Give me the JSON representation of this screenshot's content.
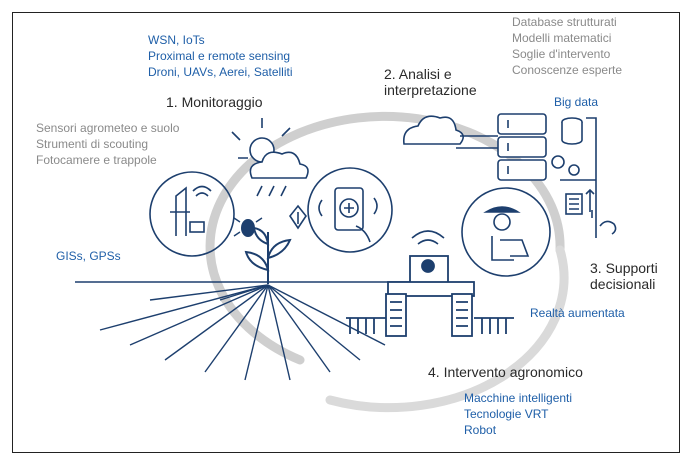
{
  "colors": {
    "accent_blue": "#1f5fa8",
    "icon_navy": "#1d3f6e",
    "cycle_gray": "#c9c9c9",
    "muted_text": "#8a8a8a"
  },
  "top_tech": [
    "WSN, IoTs",
    "Proximal e remote sensing",
    "Droni, UAVs, Aerei, Satelliti"
  ],
  "step1": {
    "label": "1. Monitoraggio"
  },
  "sensors": [
    "Sensori agrometeo e suolo",
    "Strumenti di scouting",
    "Fotocamere e trappole"
  ],
  "gis": "GISs, GPSs",
  "step2": {
    "lines": [
      "2. Analisi e",
      "interpretazione"
    ]
  },
  "data_sources": [
    "Database strutturati",
    "Modelli matematici",
    "Soglie d'intervento",
    "Conoscenze esperte"
  ],
  "big_data": "Big data",
  "step3": {
    "lines": [
      "3. Supporti",
      "decisionali"
    ]
  },
  "ar": "Realtà aumentata",
  "step4": {
    "label": "4. Intervento agronomico"
  },
  "machines": [
    "Macchine intelligenti",
    "Tecnologie VRT",
    "Robot"
  ],
  "icons": [
    "cloud-sun-rain-icon",
    "sensor-station-icon",
    "bug-icon",
    "leaf-icon",
    "plant-icon",
    "smartphone-scan-icon",
    "cloud-icon",
    "server-rack-icon",
    "database-icon",
    "gear-icon",
    "document-icon",
    "hand-icon",
    "farmer-laptop-icon",
    "tractor-icon",
    "wifi-icon"
  ]
}
